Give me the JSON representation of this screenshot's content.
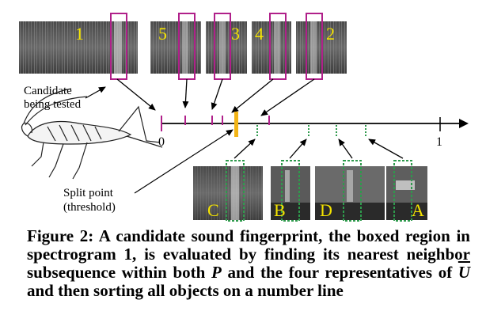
{
  "figure": {
    "spectrograms_p": [
      {
        "label": "1"
      },
      {
        "label": "5"
      },
      {
        "label": "3"
      },
      {
        "label": "4"
      },
      {
        "label": "2"
      }
    ],
    "spectrograms_u": [
      {
        "label": "C"
      },
      {
        "label": "B"
      },
      {
        "label": "D"
      },
      {
        "label": "A"
      }
    ],
    "candidate_label_line1": "Candidate",
    "candidate_label_line2": "being tested",
    "split_label_line1": "Split point",
    "split_label_line2": "(threshold)",
    "axis_min": "0",
    "axis_max": "1",
    "colors": {
      "p_box": "#b0208a",
      "u_box": "#2e9a4c",
      "threshold": "#f2b416",
      "label_yellow": "#f5e400"
    }
  },
  "caption": {
    "prefix": "Figure 2:",
    "text1": " A candidate sound fingerprint, the boxed region in spectrogram 1, is evaluated by finding its nearest neighbor subsequence within both ",
    "var_p": "P",
    "text2": " and the four representatives of ",
    "var_u": "U",
    "text3": " and then sorting all objects on a number line"
  }
}
